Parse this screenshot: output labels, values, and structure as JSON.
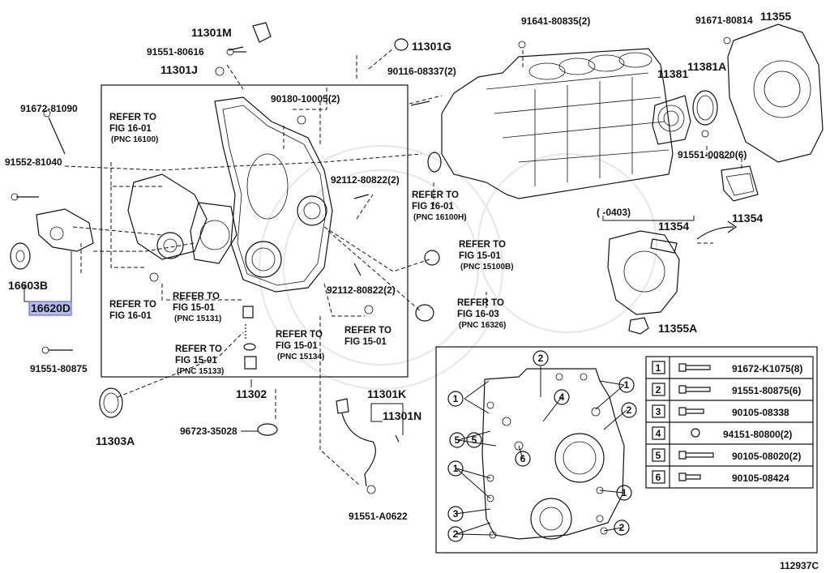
{
  "diagram": {
    "figure_id": "112937C",
    "parts": {
      "p1": "11301M",
      "p2": "91551-80616",
      "p3": "11301J",
      "p4": "11301G",
      "p5": "91641-80835(2)",
      "p6": "91671-80814",
      "p7": "11355",
      "p8": "90116-08337(2)",
      "p9": "11381",
      "p10": "11381A",
      "p11": "91672-81090",
      "p12": "90180-10005(2)",
      "p13": "91551-00820(6)",
      "p14": "91552-81040",
      "p15": "92112-80822(2)",
      "p16": "11354",
      "p17": "11354",
      "p18": "16603B",
      "p19": "16620D",
      "p20": "92112-80822(2)",
      "p21": "11355A",
      "p22": "91551-80875",
      "p23": "11302",
      "p24": "11303A",
      "p25": "11301K",
      "p26": "11301N",
      "p27": "96723-35028",
      "p28": "91551-A0622"
    },
    "date_code": "(    -0403)",
    "refs": [
      {
        "l1": "REFER TO",
        "l2": "FIG 16-01",
        "l3": "(PNC 16100)"
      },
      {
        "l1": "REFER TO",
        "l2": "FIG 16-01",
        "l3": "(PNC 16100H)"
      },
      {
        "l1": "REFER TO",
        "l2": "FIG 15-01",
        "l3": "(PNC 15100B)"
      },
      {
        "l1": "REFER TO",
        "l2": "FIG 16-01",
        "l3": ""
      },
      {
        "l1": "REFER TO",
        "l2": "FIG 15-01",
        "l3": "(PNC 15131)"
      },
      {
        "l1": "REFER TO",
        "l2": "FIG 16-03",
        "l3": "(PNC 16326)"
      },
      {
        "l1": "REFER TO",
        "l2": "FIG 15-01",
        "l3": ""
      },
      {
        "l1": "REFER TO",
        "l2": "FIG 15-01",
        "l3": "(PNC 15134)"
      },
      {
        "l1": "REFER TO",
        "l2": "FIG 15-01",
        "l3": "(PNC 15133)"
      }
    ],
    "legend": [
      {
        "num": "1",
        "part": "91672-K1075(8)"
      },
      {
        "num": "2",
        "part": "91551-80875(6)"
      },
      {
        "num": "3",
        "part": "90105-08338"
      },
      {
        "num": "4",
        "part": "94151-80800(2)"
      },
      {
        "num": "5",
        "part": "90105-08020(2)"
      },
      {
        "num": "6",
        "part": "90105-08424"
      }
    ],
    "callouts": {
      "c1": "1",
      "c2": "2",
      "c3": "3",
      "c4": "4",
      "c5": "5",
      "c6": "6"
    },
    "highlight_color": "#b8bdf0"
  }
}
